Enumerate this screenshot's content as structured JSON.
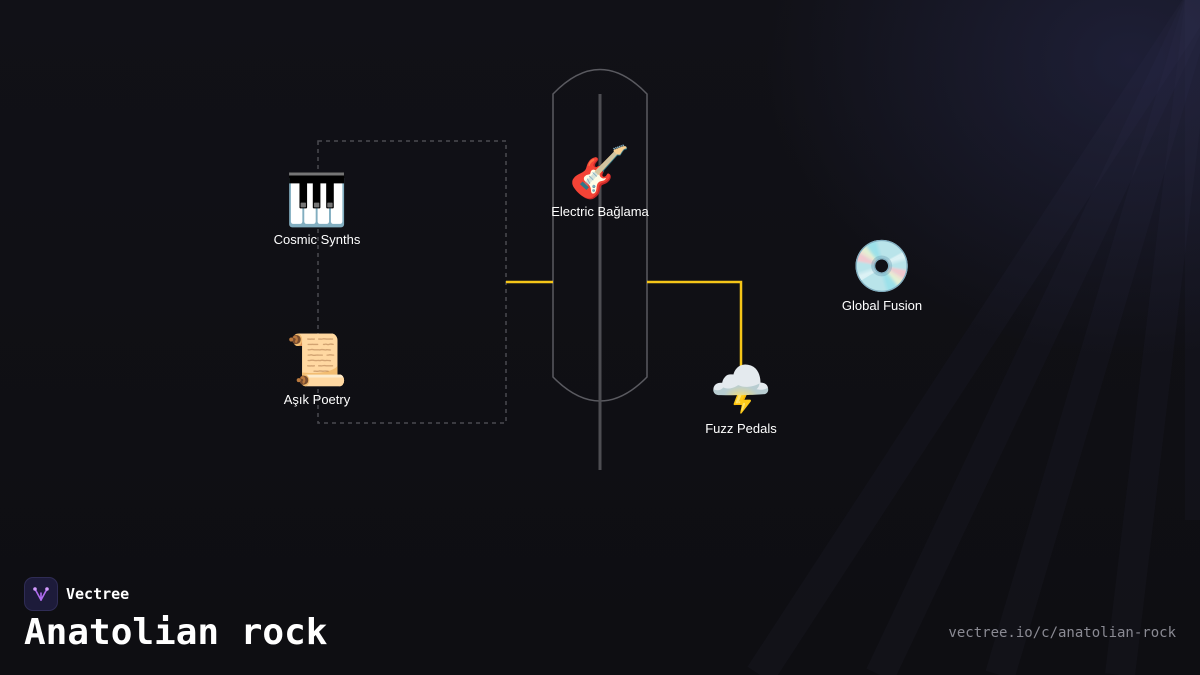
{
  "diagram": {
    "nodes": {
      "cosmic_synths": {
        "label": "Cosmic Synths",
        "icon": "piano-keys-icon",
        "glyph": "🎹"
      },
      "asik_poetry": {
        "label": "Aşık Poetry",
        "icon": "scroll-icon",
        "glyph": "📜"
      },
      "electric_baglama": {
        "label": "Electric Bağlama",
        "icon": "electric-guitar-icon",
        "glyph": "🎸"
      },
      "fuzz_pedals": {
        "label": "Fuzz Pedals",
        "icon": "storm-cloud-lightning-icon",
        "glyph": "🌩️"
      },
      "global_fusion": {
        "label": "Global Fusion",
        "icon": "optical-disc-icon",
        "glyph": "💿"
      }
    },
    "colors": {
      "connector": "#f5c518",
      "outline": "#5a5a60",
      "dashed_group": "#4a4a50"
    }
  },
  "footer": {
    "brand": "Vectree",
    "title": "Anatolian rock",
    "url": "vectree.io/c/anatolian-rock"
  }
}
